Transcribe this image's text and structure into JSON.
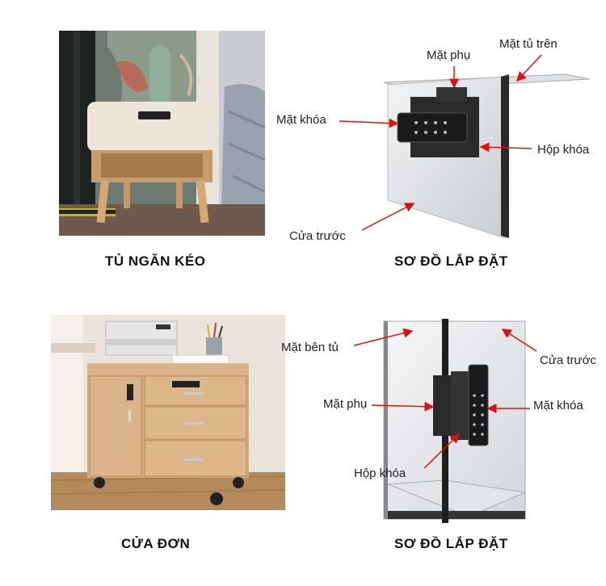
{
  "colors": {
    "arrow": "#e01010",
    "wood": "#d9b48a",
    "caption": "#111111"
  },
  "top_left": {
    "caption": "TỦ NGĂN KÉO"
  },
  "top_right": {
    "caption": "SƠ ĐỒ LẮP ĐẶT",
    "labels": {
      "mat_phu": "Mặt phụ",
      "mat_tu_tren": "Mặt tủ trên",
      "mat_khoa": "Mặt khóa",
      "hop_khoa": "Hộp khóa",
      "cua_truoc": "Cửa trước"
    }
  },
  "bottom_left": {
    "caption": "CỬA ĐƠN"
  },
  "bottom_right": {
    "caption": "SƠ ĐỒ LẮP ĐẶT",
    "labels": {
      "mat_ben_tu": "Mặt bên tủ",
      "cua_truoc": "Cửa trước",
      "mat_phu": "Mặt phụ",
      "mat_khoa": "Mặt khóa",
      "hop_khoa": "Hộp khóa"
    }
  }
}
